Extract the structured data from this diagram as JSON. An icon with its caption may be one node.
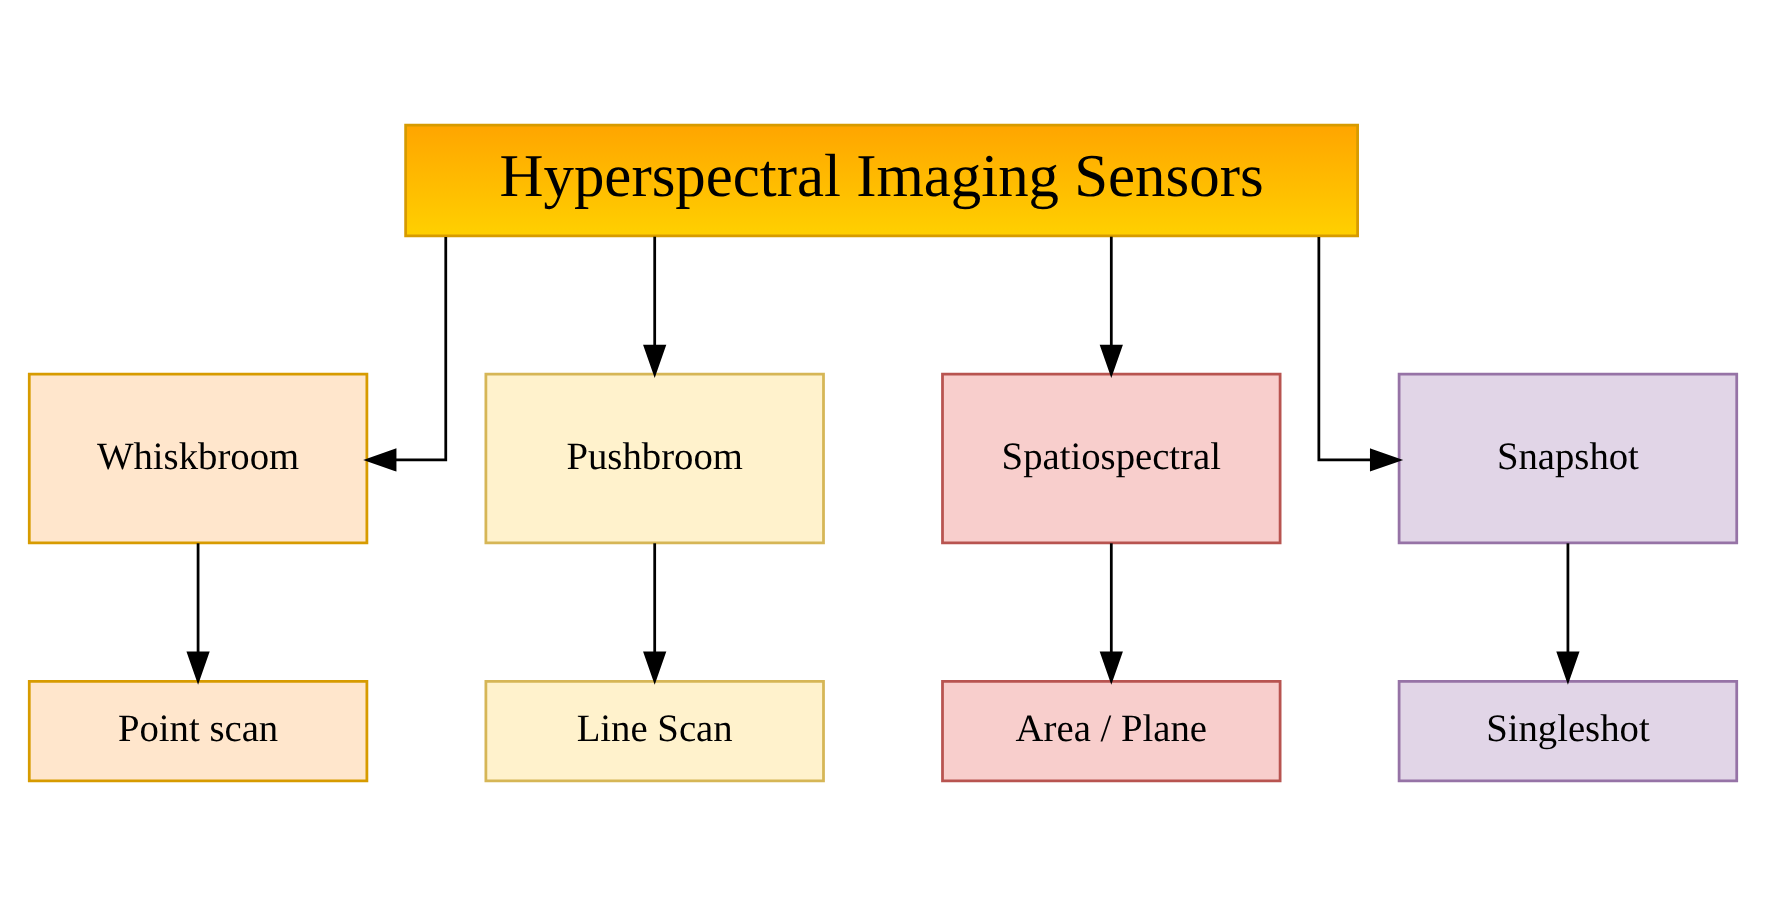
{
  "diagram": {
    "nodes": [
      {
        "text": [
          "Hyperspectral Imaging Sensors"
        ]
      },
      {
        "text": [
          "Whiskbroom"
        ]
      },
      {
        "text": [
          "Pushbroom"
        ]
      },
      {
        "text": [
          "Spatiospectral"
        ]
      },
      {
        "text": [
          "Snapshot"
        ]
      },
      {
        "text": [
          "Point scan"
        ]
      },
      {
        "text": [
          "Line Scan"
        ]
      },
      {
        "text": [
          "Area / Plane"
        ]
      },
      {
        "text": [
          "Singleshot"
        ]
      }
    ],
    "edges": [
      {
        "from": 0,
        "to": 1,
        "arrow": "to"
      },
      {
        "from": 0,
        "to": 2,
        "arrow": "to"
      },
      {
        "from": 0,
        "to": 3,
        "arrow": "to"
      },
      {
        "from": 0,
        "to": 4,
        "arrow": "to"
      },
      {
        "from": 1,
        "to": 5,
        "arrow": "to"
      },
      {
        "from": 2,
        "to": 6,
        "arrow": "to"
      },
      {
        "from": 3,
        "to": 7,
        "arrow": "to"
      },
      {
        "from": 4,
        "to": 8,
        "arrow": "to"
      }
    ]
  }
}
